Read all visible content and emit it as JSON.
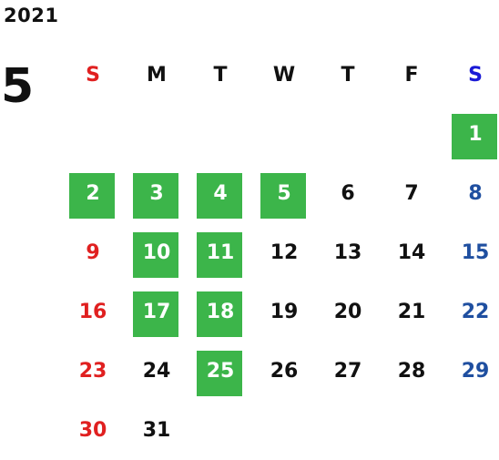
{
  "calendar": {
    "year": "2021",
    "month": "5",
    "weekdays": [
      "S",
      "M",
      "T",
      "W",
      "T",
      "F",
      "S"
    ],
    "first_weekday_index": 6,
    "days": [
      "1",
      "2",
      "3",
      "4",
      "5",
      "6",
      "7",
      "8",
      "9",
      "10",
      "11",
      "12",
      "13",
      "14",
      "15",
      "16",
      "17",
      "18",
      "19",
      "20",
      "21",
      "22",
      "23",
      "24",
      "25",
      "26",
      "27",
      "28",
      "29",
      "30",
      "31"
    ],
    "highlighted_days": [
      "1",
      "2",
      "3",
      "4",
      "5",
      "10",
      "11",
      "17",
      "18",
      "25"
    ]
  },
  "colors": {
    "highlight_bg": "#3cb54a",
    "sunday": "#e02020",
    "saturday": "#1f4fa0",
    "saturday_header": "#1a1ad6",
    "text": "#111111"
  }
}
